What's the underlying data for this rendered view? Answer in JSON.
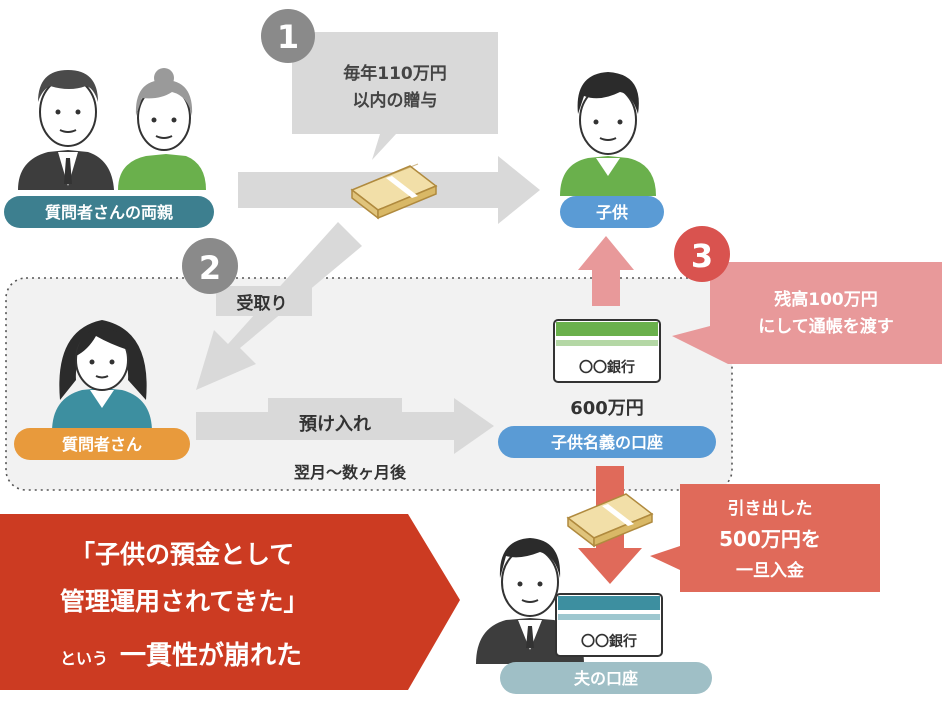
{
  "steps": {
    "s1": {
      "num": "1",
      "label_line1": "毎年110万円",
      "label_line2": "以内の贈与"
    },
    "s2": {
      "num": "2",
      "label": "受取り"
    },
    "s3": {
      "num": "3",
      "label_line1": "残高100万円",
      "label_line2": "にして通帳を渡す"
    }
  },
  "people": {
    "parents": "質問者さんの両親",
    "child": "子供",
    "questioner": "質問者さん",
    "husband_account": "夫の口座"
  },
  "accounts": {
    "bank_name": "〇〇銀行",
    "child_account_amount": "600万円",
    "child_account_label": "子供名義の口座"
  },
  "flows": {
    "deposit": "預け入れ",
    "deposit_timing": "翌月〜数ヶ月後"
  },
  "withdrawal": {
    "line1": "引き出した",
    "line2": "500万円を",
    "line3": "一旦入金"
  },
  "warning": {
    "line1": "「子供の預金として",
    "line2": "管理運用されてきた」",
    "line3_prefix": "という",
    "line3_main": "一貫性が崩れた"
  },
  "colors": {
    "gray_badge": "#8a8a8a",
    "red_badge": "#d9534f",
    "teal_label": "#3d7f8f",
    "blue_label": "#5a9bd5",
    "orange_label": "#e89a3c",
    "husband_label": "#9fbfc6",
    "pink_callout": "#e8999a",
    "warning_red": "#cc3b22",
    "arrow_gray": "#d5d5d5",
    "arrow_pink": "#e8999a",
    "arrow_red": "#e06a5a"
  }
}
